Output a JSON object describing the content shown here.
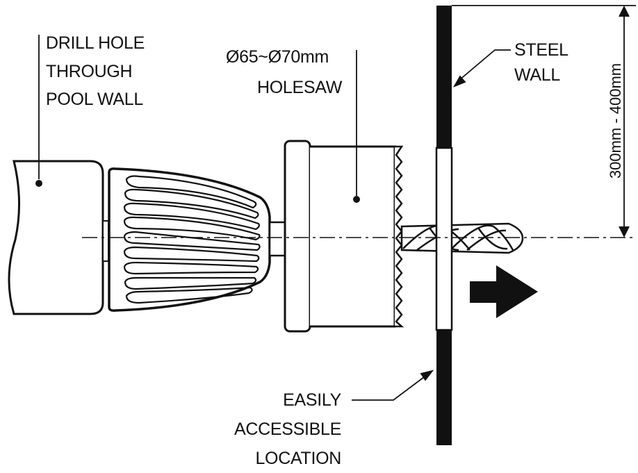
{
  "labels": {
    "drill_hole": [
      "DRILL HOLE",
      "THROUGH",
      "POOL WALL"
    ],
    "holesaw": [
      "Ø65~Ø70mm",
      "HOLESAW"
    ],
    "steel_wall": [
      "STEEL",
      "WALL"
    ],
    "location": [
      "EASILY",
      "ACCESSIBLE",
      "LOCATION"
    ],
    "dimension": "300mm - 400mm"
  },
  "colors": {
    "ink": "#111111",
    "background": "#ffffff"
  },
  "icons": {
    "direction_arrow": "right-arrow-icon"
  }
}
